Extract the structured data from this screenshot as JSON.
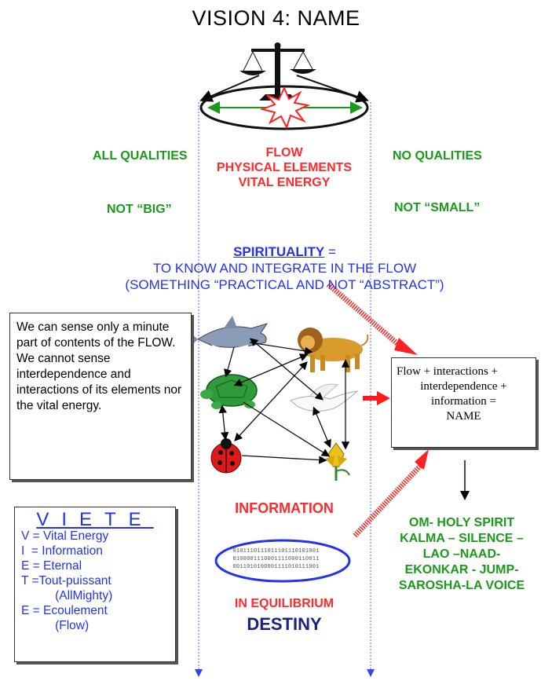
{
  "title": "VISION 4: NAME",
  "left_labels": {
    "qualities": "ALL QUALITIES",
    "size": "NOT “BIG”"
  },
  "right_labels": {
    "qualities": "NO QUALITIES",
    "size": "NOT “SMALL”"
  },
  "center_labels": [
    "FLOW",
    "PHYSICAL ELEMENTS",
    "VITAL ENERGY"
  ],
  "spirituality": {
    "word": "SPIRITUALITY",
    "equals": " =",
    "line1": "TO KNOW AND INTEGRATE IN THE FLOW",
    "line2": "(SOMETHING “PRACTICAL AND NOT “ABSTRACT”)"
  },
  "note_text": "We can sense only a minute part of contents of the FLOW. We cannot sense interdependence and interactions of its elements nor the vital energy.",
  "formula_lines": [
    "Flow + interactions +",
    "interdependence +",
    "information =",
    "NAME"
  ],
  "information_label": "INFORMATION",
  "binary_lines": [
    "0101110111011101110101001",
    "0100001110001111000110011",
    "0011010100001111010111001"
  ],
  "equilibrium": "IN EQUILIBRIUM",
  "destiny": "DESTINY",
  "viete": {
    "title": "VIETE",
    "lines": [
      "V = Vital Energy",
      "I  = Information",
      "E = Eternal",
      "T =Tout-puissant",
      "          (AllMighty)",
      "E = Ecoulement",
      "          (Flow)"
    ]
  },
  "names_lines": [
    "OM-  HOLY SPIRIT",
    "KALMA – SILENCE –",
    "LAO –NAAD-",
    "EKONKAR - JUMP-",
    "SAROSHA-LA VOICE"
  ],
  "colors": {
    "green": "#1a9a1a",
    "red": "#ff2a2a",
    "blue": "#2233ee",
    "navy": "#1a237e"
  },
  "icons": [
    "scale-icon",
    "starburst-icon",
    "shark-icon",
    "lion-icon",
    "turtle-icon",
    "dove-icon",
    "ladybug-icon",
    "flower-icon"
  ]
}
